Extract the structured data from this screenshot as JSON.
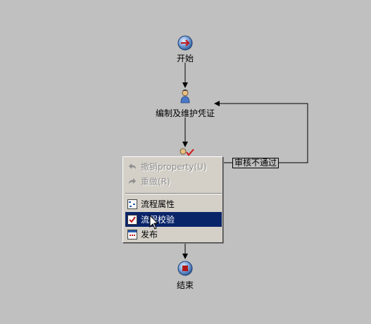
{
  "nodes": {
    "start": {
      "label": "开始"
    },
    "edit": {
      "label": "编制及维护凭证"
    },
    "end": {
      "label": "结束"
    }
  },
  "edges": {
    "reject_label": "审核不通过"
  },
  "context_menu": {
    "undo": "撤销property(U)",
    "redo": "重做(R)",
    "process_properties": "流程属性",
    "process_validate": "流程校验",
    "publish": "发布"
  },
  "colors": {
    "background": "#c0c0c0",
    "menu_background": "#d4d0c8",
    "menu_highlight": "#0a246a",
    "node_blue": "#4a78b8",
    "stop_red": "#b01818"
  }
}
